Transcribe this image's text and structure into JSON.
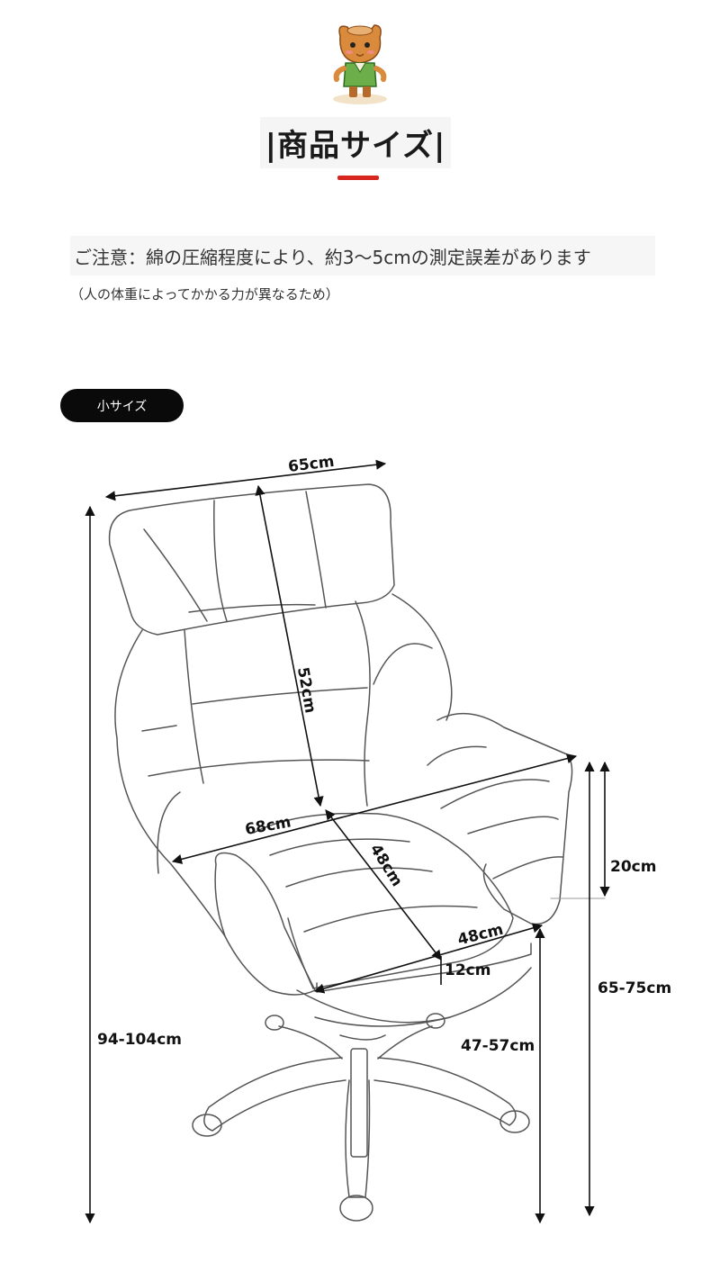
{
  "header": {
    "title": "|商品サイズ|",
    "mascot_icon": "mascot-icon"
  },
  "notice": {
    "main": "ご注意：綿の圧縮程度により、約3〜5cmの測定誤差があります",
    "sub": "（人の体重によってかかる力が異なるため）"
  },
  "size_tag": {
    "label": "小サイズ"
  },
  "dimensions": {
    "top_width": "65cm",
    "back_height": "52cm",
    "seat_width": "68cm",
    "seat_depth": "48cm",
    "seat_front_width": "48cm",
    "cushion_thickness": "12cm",
    "armrest_height": "20cm",
    "total_height": "94-104cm",
    "seat_height": "47-57cm",
    "armrest_floor_height": "65-75cm"
  },
  "colors": {
    "accent": "#d7261e",
    "pill": "#0a0a0a"
  }
}
